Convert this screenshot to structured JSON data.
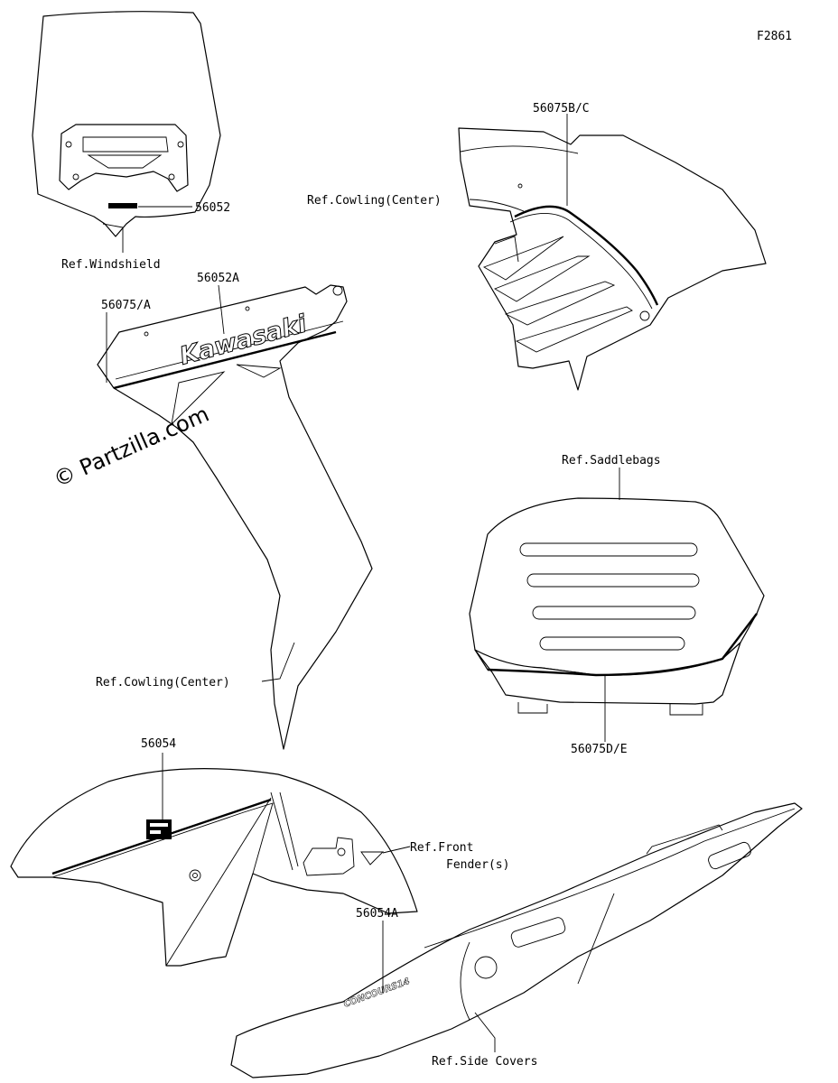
{
  "figure_id": "F2861",
  "watermark": "© Partzilla.com",
  "labels": {
    "p56052": "56052",
    "ref_windshield": "Ref.Windshield",
    "p56075b_c": "56075B/C",
    "ref_cowling_center_top": "Ref.Cowling(Center)",
    "p56052a": "56052A",
    "p56075_a": "56075/A",
    "ref_saddlebags": "Ref.Saddlebags",
    "p56075d_e": "56075D/E",
    "ref_cowling_center_mid": "Ref.Cowling(Center)",
    "p56054": "56054",
    "ref_front": "Ref.Front",
    "fender_s": "Fender(s)",
    "p56054a": "56054A",
    "ref_side_covers": "Ref.Side Covers"
  },
  "decals": {
    "kawasaki": "Kawasaki",
    "concours": "CONCOURS14"
  }
}
